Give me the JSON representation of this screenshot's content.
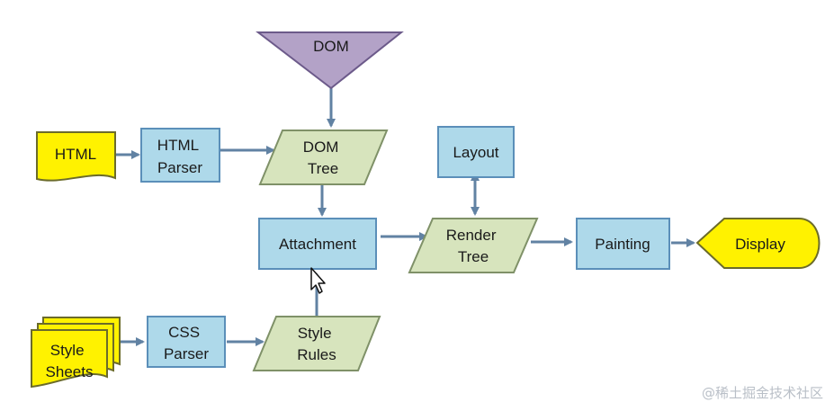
{
  "nodes": {
    "dom": "DOM",
    "html": "HTML",
    "html_parser": [
      "HTML",
      "Parser"
    ],
    "dom_tree": [
      "DOM",
      "Tree"
    ],
    "layout": "Layout",
    "attachment": "Attachment",
    "render_tree": [
      "Render",
      "Tree"
    ],
    "painting": "Painting",
    "display": "Display",
    "style_sheets": [
      "Style",
      "Sheets"
    ],
    "css_parser": [
      "CSS",
      "Parser"
    ],
    "style_rules": [
      "Style",
      "Rules"
    ]
  },
  "edges": [
    [
      "dom",
      "dom_tree"
    ],
    [
      "html",
      "html_parser"
    ],
    [
      "html_parser",
      "dom_tree"
    ],
    [
      "dom_tree",
      "attachment"
    ],
    [
      "style_sheets",
      "css_parser"
    ],
    [
      "css_parser",
      "style_rules"
    ],
    [
      "style_rules",
      "attachment"
    ],
    [
      "attachment",
      "render_tree"
    ],
    [
      "render_tree",
      "layout"
    ],
    [
      "layout",
      "render_tree"
    ],
    [
      "render_tree",
      "painting"
    ],
    [
      "painting",
      "display"
    ]
  ],
  "colors": {
    "process_fill": "#aed9ea",
    "process_stroke": "#5b8fb9",
    "data_fill": "#d7e4bd",
    "data_stroke": "#7f9168",
    "doc_fill": "#fff200",
    "doc_stroke": "#6b6b2a",
    "dom_fill": "#b3a2c7",
    "dom_stroke": "#6c5a8a",
    "arrow": "#6182a3"
  },
  "watermark": "@稀土掘金技术社区"
}
